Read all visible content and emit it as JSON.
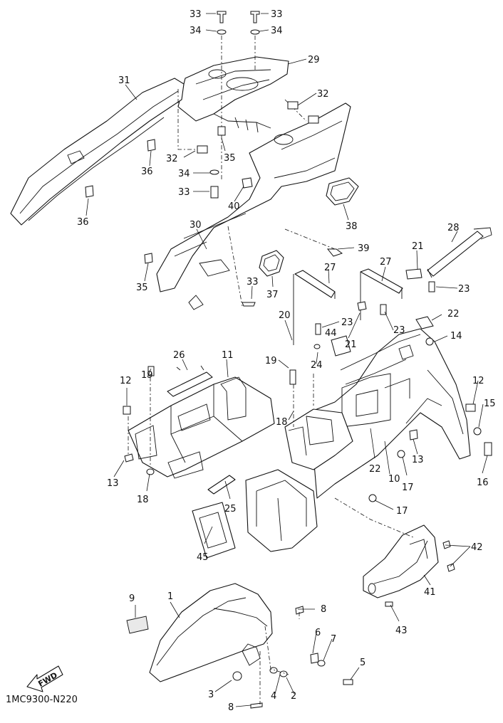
{
  "diagram": {
    "code": "1MC9300-N220",
    "fwd_label": "FWD",
    "callouts": [
      "1",
      "2",
      "3",
      "4",
      "5",
      "6",
      "7",
      "8",
      "9",
      "10",
      "11",
      "12",
      "13",
      "14",
      "15",
      "16",
      "17",
      "18",
      "19",
      "20",
      "21",
      "22",
      "23",
      "24",
      "25",
      "26",
      "27",
      "28",
      "29",
      "30",
      "31",
      "32",
      "33",
      "34",
      "35",
      "36",
      "37",
      "38",
      "39",
      "40",
      "41",
      "42",
      "43",
      "44",
      "45"
    ]
  }
}
